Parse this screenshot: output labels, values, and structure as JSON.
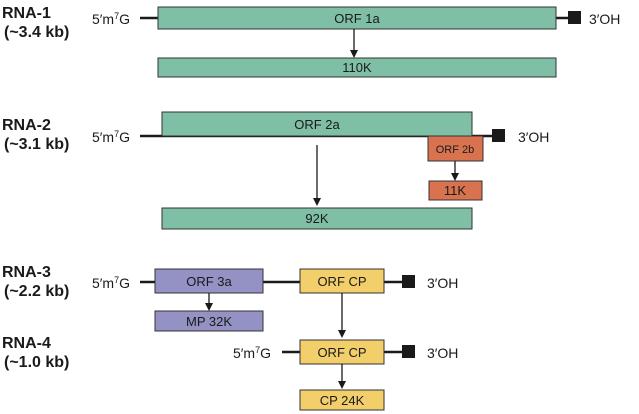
{
  "colors": {
    "green": "#7fbfa6",
    "orange": "#d9734f",
    "purple": "#9491c4",
    "yellow": "#f2cf6b",
    "cap_square": "#1a1a1a"
  },
  "rna1": {
    "name": "RNA-1",
    "size": "(~3.4 kb)",
    "five_prime": "5′m",
    "five_prime_sup": "7",
    "five_prime_end": "G",
    "three_prime": "3′OH",
    "orf": "ORF 1a",
    "product": "110K"
  },
  "rna2": {
    "name": "RNA-2",
    "size": "(~3.1 kb)",
    "five_prime": "5′m",
    "five_prime_sup": "7",
    "five_prime_end": "G",
    "three_prime": "3′OH",
    "orf_a": "ORF 2a",
    "orf_b": "ORF 2b",
    "product_a": "92K",
    "product_b": "11K"
  },
  "rna3": {
    "name": "RNA-3",
    "size": "(~2.2 kb)",
    "five_prime": "5′m",
    "five_prime_sup": "7",
    "five_prime_end": "G",
    "three_prime": "3′OH",
    "orf_a": "ORF 3a",
    "orf_cp": "ORF CP",
    "product_a": "MP 32K"
  },
  "rna4": {
    "name": "RNA-4",
    "size": "(~1.0 kb)",
    "five_prime": "5′m",
    "five_prime_sup": "7",
    "five_prime_end": "G",
    "three_prime": "3′OH",
    "orf_cp": "ORF CP",
    "product": "CP 24K"
  }
}
